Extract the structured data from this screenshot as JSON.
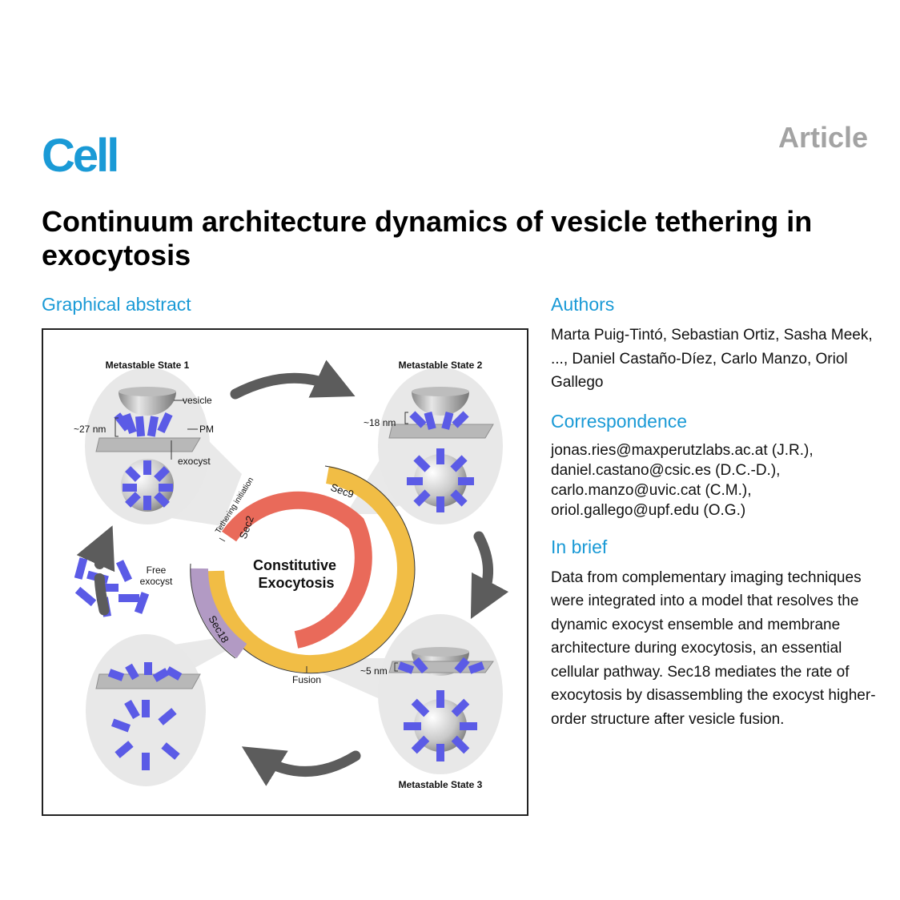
{
  "header": {
    "journal": "Cell",
    "article_type": "Article"
  },
  "title": "Continuum architecture dynamics of vesicle tethering in exocytosis",
  "graphical_abstract": {
    "heading": "Graphical abstract",
    "state1": "Metastable State 1",
    "state2": "Metastable State 2",
    "state3": "Metastable State 3",
    "label_vesicle": "vesicle",
    "label_pm": "PM",
    "label_exocyst": "exocyst",
    "dist1": "~27 nm",
    "dist2": "~18 nm",
    "dist3": "~5 nm",
    "free_exocyst_1": "Free",
    "free_exocyst_2": "exocyst",
    "center_1": "Constitutive",
    "center_2": "Exocytosis",
    "sec2": "Sec2",
    "sec9": "Sec9",
    "sec18": "Sec18",
    "tethering": "Tethering initiation",
    "fusion": "Fusion"
  },
  "authors": {
    "heading": "Authors",
    "text": "Marta Puig-Tintó, Sebastian Ortiz, Sasha Meek, ..., Daniel Castaño-Díez, Carlo Manzo, Oriol Gallego"
  },
  "correspondence": {
    "heading": "Correspondence",
    "emails": [
      "jonas.ries@maxperutzlabs.ac.at (J.R.),",
      "daniel.castano@csic.es (D.C.-D.),",
      "carlo.manzo@uvic.cat (C.M.),",
      "oriol.gallego@upf.edu (O.G.)"
    ]
  },
  "in_brief": {
    "heading": "In brief",
    "text": "Data from complementary imaging techniques were integrated into a model that resolves the dynamic exocyst ensemble and membrane architecture during exocytosis, an essential cellular pathway. Sec18 mediates the rate of exocytosis by disassembling the exocyst higher-order structure after vesicle fusion."
  },
  "colors": {
    "brand": "#1a9ad6",
    "exocyst": "#5b5be6",
    "sec2": "#e96a5a",
    "sec9": "#f1bd45",
    "sec18": "#b29ac4",
    "arrow": "#5c5c5c"
  }
}
